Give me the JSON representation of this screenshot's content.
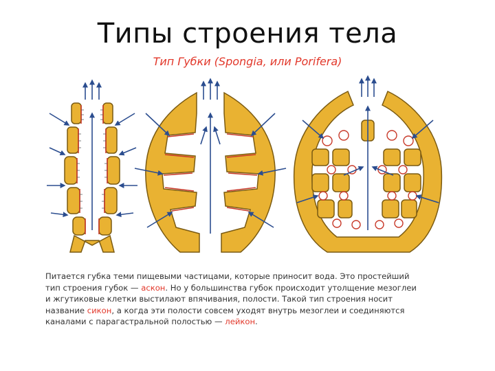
{
  "title": "Типы строения тела",
  "subtitle": "Тип Губки (Spongia, или Porifera)",
  "diagram": {
    "panels": [
      "ascon",
      "sycon",
      "leucon"
    ],
    "colors": {
      "body": "#e9b232",
      "outline": "#7a5a12",
      "lining": "#c83a2a",
      "arrow": "#2b4d8f",
      "collar": "#d8d8d8"
    }
  },
  "caption": {
    "line1": "Питается губка теми пищевыми частицами, которые приносит вода. Это простейший",
    "line2_a": "тип строения губок — ",
    "line2_ascon": "аскон",
    "line2_b": ". Но у большинства губок происходит утолщение мезоглеи",
    "line3": "и жгутиковые клетки выстилают впячивания, полости. Такой тип строения носит",
    "line4_a": "название ",
    "line4_sycon": "сикон",
    "line4_b": ", а когда эти полости совсем уходят внутрь мезоглеи и соединяются",
    "line5_a": "каналами с парагастральной полостью — ",
    "line5_leucon": "лейкон",
    "line5_b": "."
  }
}
